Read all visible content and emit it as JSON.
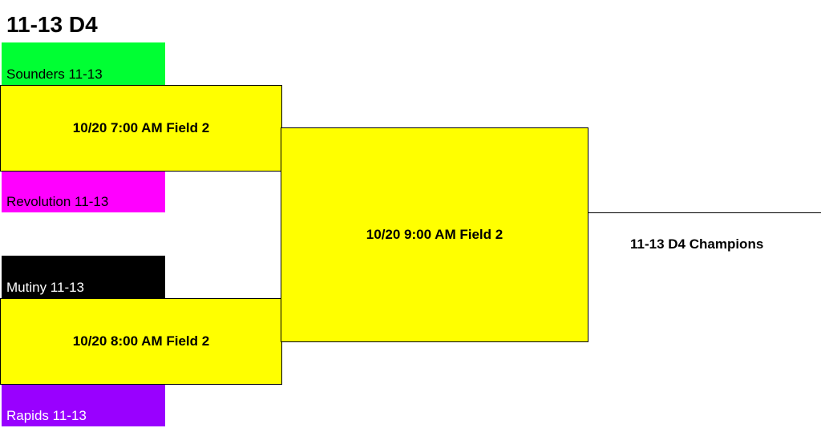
{
  "bracket": {
    "title": "11-13 D4",
    "teams": [
      {
        "name": "Sounders 11-13",
        "color": "#00ff33",
        "text_color": "#000000"
      },
      {
        "name": "Revolution 11-13",
        "color": "#ff00ff",
        "text_color": "#000000"
      },
      {
        "name": "Mutiny 11-13",
        "color": "#000000",
        "text_color": "#ffffff"
      },
      {
        "name": "Rapids 11-13",
        "color": "#9900ff",
        "text_color": "#ffffff"
      }
    ],
    "games": [
      {
        "label": "10/20 7:00 AM Field 2"
      },
      {
        "label": "10/20 8:00 AM Field 2"
      },
      {
        "label": "10/20 9:00 AM Field 2"
      }
    ],
    "champion_label": "11-13 D4 Champions",
    "game_color": "#ffff00"
  }
}
